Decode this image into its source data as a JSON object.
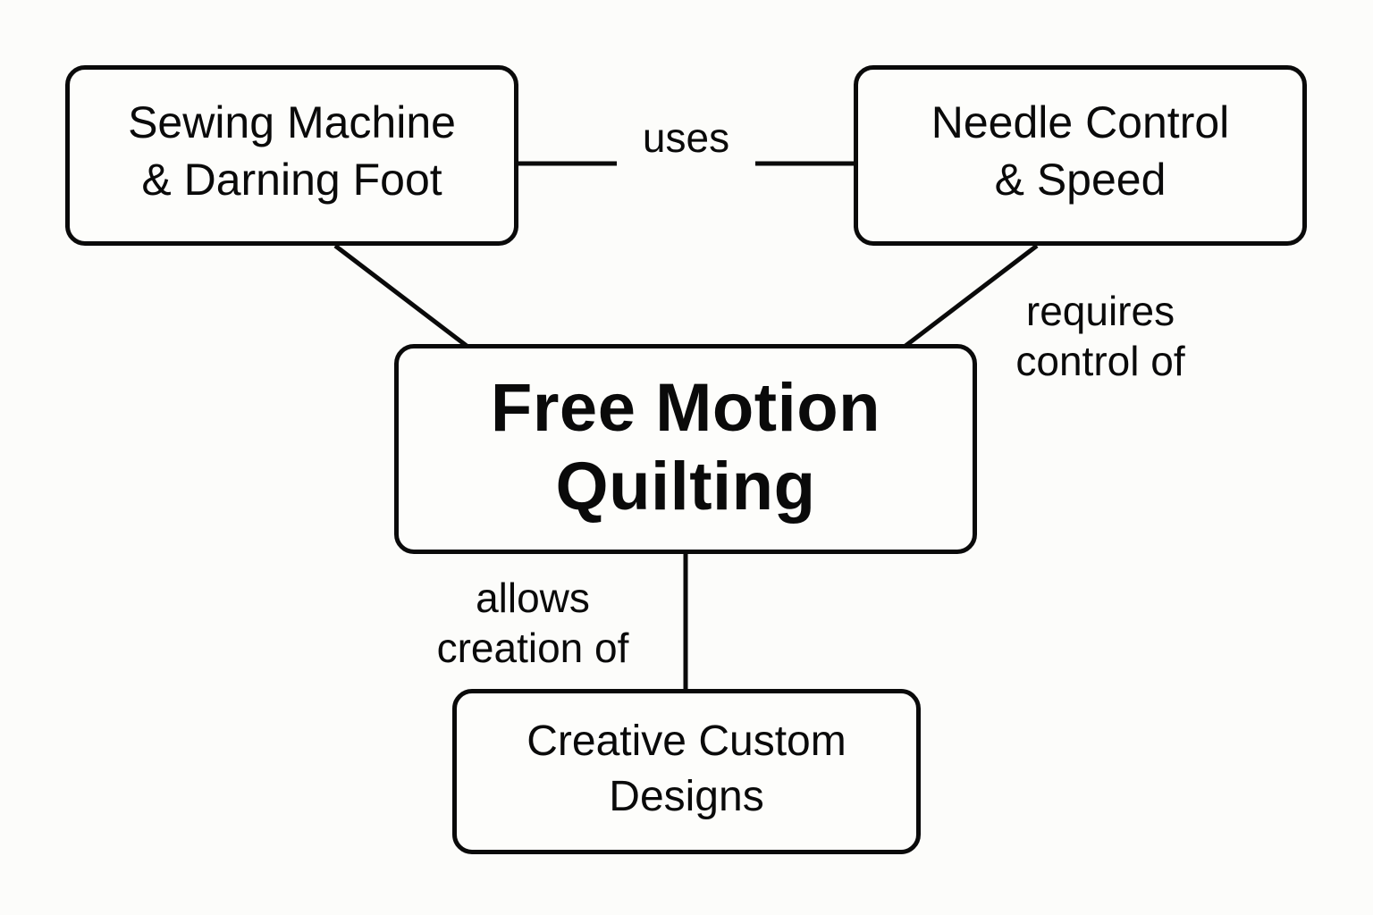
{
  "diagram": {
    "type": "concept-map",
    "colors": {
      "background": "#fcfcfa",
      "stroke": "#0a0a0a",
      "text": "#0a0a0a"
    },
    "nodes": [
      {
        "id": "sewing",
        "lines": [
          "Sewing Machine",
          "& Darning Foot"
        ]
      },
      {
        "id": "needle",
        "lines": [
          "Needle Control",
          "& Speed"
        ]
      },
      {
        "id": "fmq",
        "lines": [
          "Free Motion",
          "Quilting"
        ],
        "central": true
      },
      {
        "id": "creative",
        "lines": [
          "Creative Custom",
          "Designs"
        ]
      }
    ],
    "edges": [
      {
        "from": "sewing",
        "to": "needle",
        "label_lines": [
          "uses"
        ]
      },
      {
        "from": "sewing",
        "to": "fmq",
        "label_lines": []
      },
      {
        "from": "needle",
        "to": "fmq",
        "label_lines": [
          "requires",
          "control of"
        ]
      },
      {
        "from": "fmq",
        "to": "creative",
        "label_lines": [
          "allows",
          "creation of"
        ]
      }
    ]
  }
}
